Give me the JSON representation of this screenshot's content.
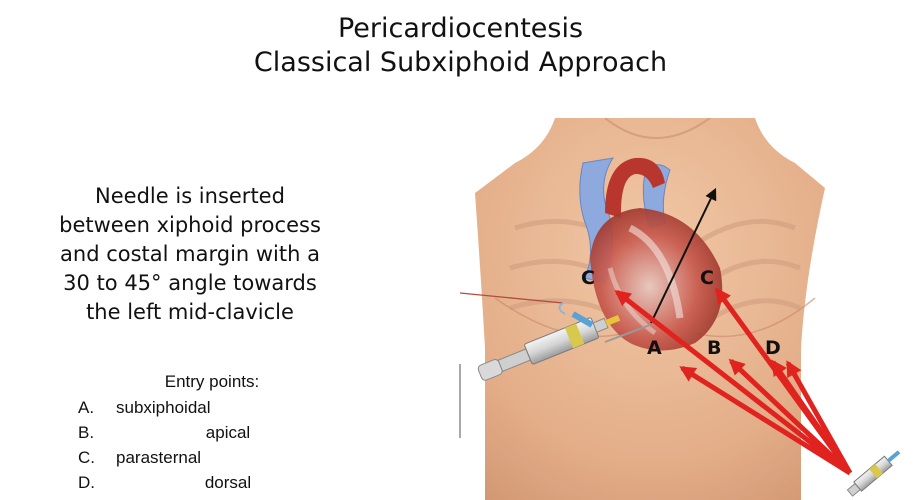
{
  "title": {
    "line1": "Pericardiocentesis",
    "line2": "Classical Subxiphoid Approach"
  },
  "description": [
    "Needle is inserted",
    "between xiphoid process",
    "and costal margin with a",
    "30 to 45° angle towards",
    "the left mid-clavicle"
  ],
  "entry_points": {
    "heading": "Entry points:",
    "items": [
      {
        "key": "A.",
        "label": "subxiphoidal"
      },
      {
        "key": "B.",
        "label": "apical"
      },
      {
        "key": "C.",
        "label": "parasternal"
      },
      {
        "key": "D.",
        "label": "dorsal"
      }
    ]
  },
  "figure_labels": {
    "c_left": "C",
    "c_right": "C",
    "a": "A",
    "b": "B",
    "d": "D"
  },
  "colors": {
    "arrow": "#e0231f",
    "skin": "#e9b896",
    "heart": "#b8362e",
    "vessel_blue": "#7f9fd8"
  }
}
